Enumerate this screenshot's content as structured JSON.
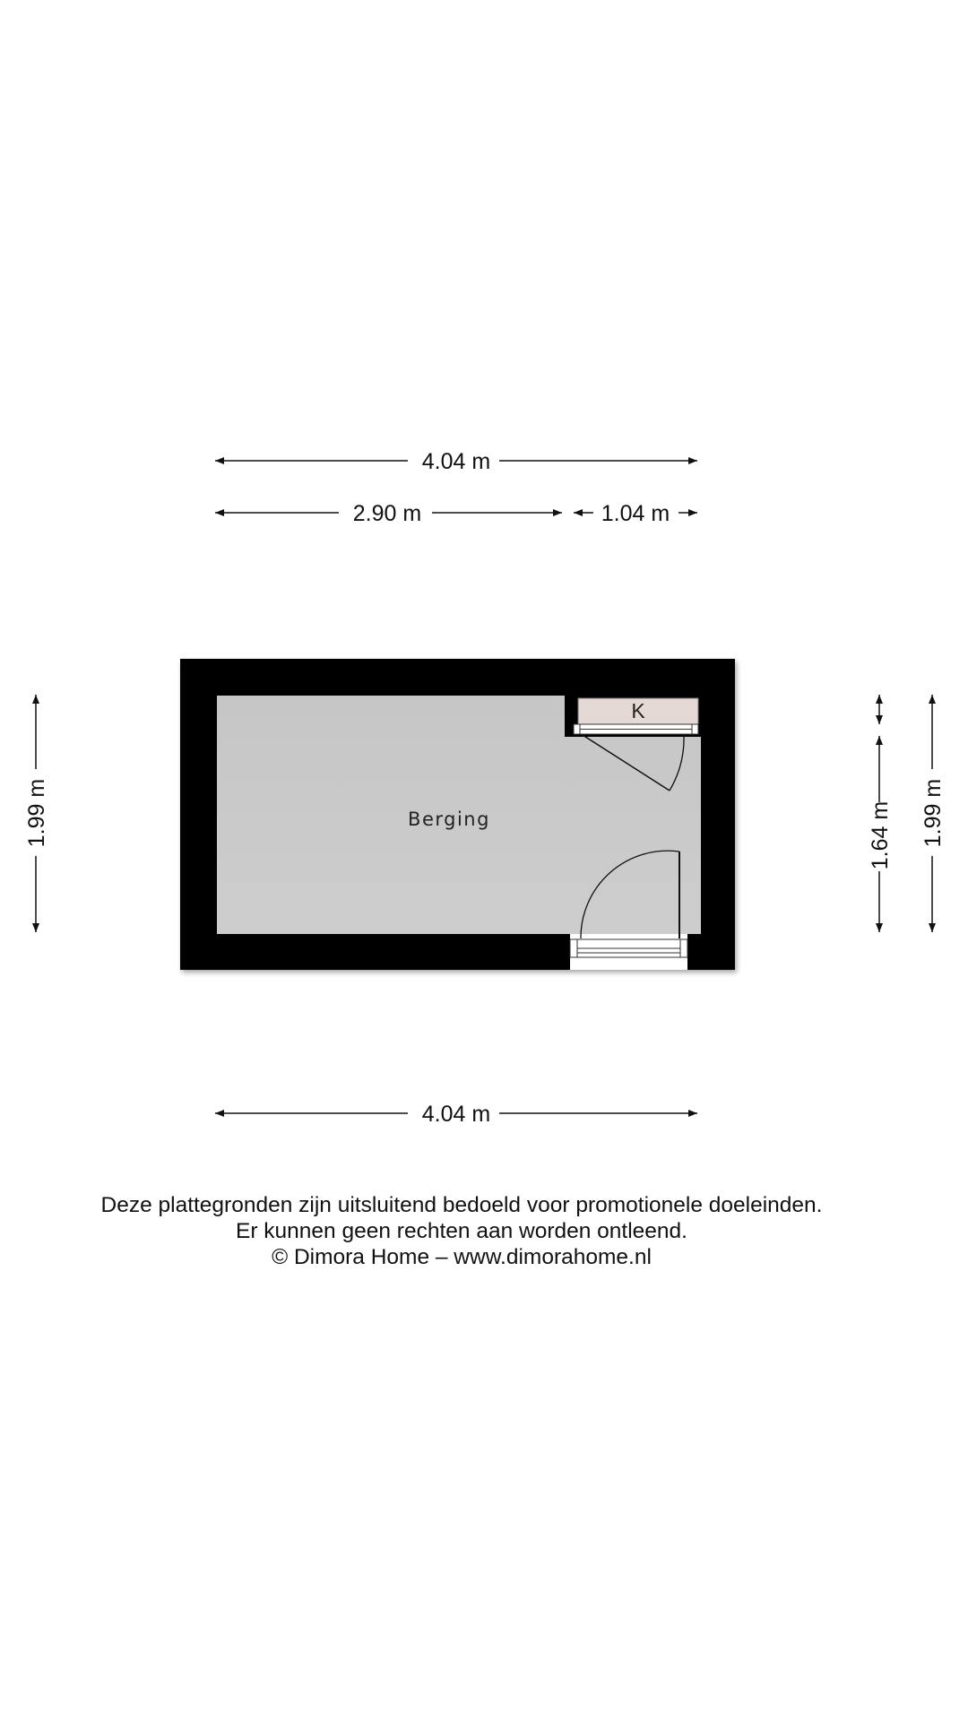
{
  "dimensions": {
    "top_total": "4.04 m",
    "top_left": "2.90 m",
    "top_right": "1.04 m",
    "bottom_total": "4.04 m",
    "left_height": "1.99 m",
    "right_inner": "1.64 m",
    "right_total": "1.99 m"
  },
  "rooms": {
    "main": "Berging",
    "closet": "K"
  },
  "disclaimer": {
    "line1": "Deze plattegronden zijn uitsluitend bedoeld voor promotionele doeleinden.",
    "line2": "Er kunnen geen rechten aan worden ontleend.",
    "line3": "© Dimora Home – www.dimorahome.nl"
  },
  "colors": {
    "wall": "#000000",
    "floor": "#c9c9c9",
    "closet": "#e3d8d3",
    "dimension_line": "#111111"
  }
}
